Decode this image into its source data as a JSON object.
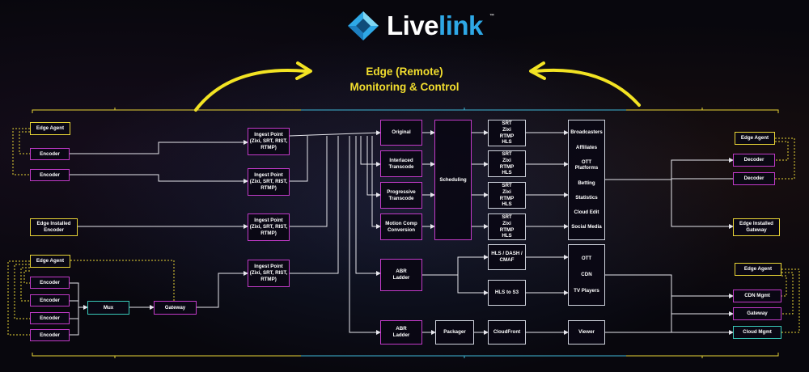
{
  "logo": {
    "brand_first": "Live",
    "brand_second": "link",
    "trademark": "™"
  },
  "title": {
    "line1": "Edge (Remote)",
    "line2": "Monitoring & Control"
  },
  "colors": {
    "edge": "#e8d436",
    "device": "#c23ac8",
    "mux": "#38c9b9",
    "cloud": "#cfd3dd",
    "accent_blue": "#2ea8e6"
  },
  "left_top": {
    "edge_agent": "Edge Agent",
    "encoder_1": "Encoder",
    "encoder_2": "Encoder",
    "edge_installed_encoder": "Edge Installed\nEncoder"
  },
  "left_bottom": {
    "edge_agent": "Edge Agent",
    "encoders": [
      "Encoder",
      "Encoder",
      "Encoder",
      "Encoder"
    ],
    "mux": "Mux",
    "gateway": "Gateway"
  },
  "ingest_points": [
    "Ingest Point\n(Zixi, SRT, RIST,\nRTMP)",
    "Ingest Point\n(Zixi, SRT, RIST,\nRTMP)",
    "Ingest Point\n(Zixi, SRT, RIST,\nRTMP)",
    "Ingest Point\n(Zixi, SRT, RIST,\nRTMP)"
  ],
  "processing": {
    "original": "Original",
    "interlaced": "Interlaced\nTranscode",
    "progressive": "Progressive\nTranscode",
    "motion_comp": "Motion Comp\nConversion",
    "scheduling": "Scheduling",
    "abr_ladder_1": "ABR\nLadder",
    "abr_ladder_2": "ABR\nLadder",
    "packager": "Packager"
  },
  "protocols": [
    "SRT\nZixi\nRTMP\nHLS",
    "SRT\nZixi\nRTMP\nHLS",
    "SRT\nZixi\nRTMP\nHLS",
    "SRT\nZixi\nRTMP\nHLS"
  ],
  "delivery": {
    "hls_dash_cmaf": "HLS / DASH /\nCMAF",
    "hls_to_s3": "HLS to S3",
    "cloudfront": "CloudFront"
  },
  "destinations": {
    "main_list": [
      "Broadcasters",
      "Affiliates",
      "OTT Platforms",
      "Betting",
      "Statistics",
      "Cloud Edit",
      "Social Media"
    ],
    "ott_list": [
      "OTT",
      "CDN",
      "TV Players"
    ],
    "viewer": "Viewer"
  },
  "right_top": {
    "edge_agent": "Edge Agent",
    "decoder_1": "Decoder",
    "decoder_2": "Decoder",
    "edge_installed_gateway": "Edge Installed\nGateway"
  },
  "right_bottom": {
    "edge_agent": "Edge Agent",
    "cdn_mgmt": "CDN Mgmt",
    "gateway": "Gateway",
    "cloud_mgmt": "Cloud Mgmt"
  }
}
